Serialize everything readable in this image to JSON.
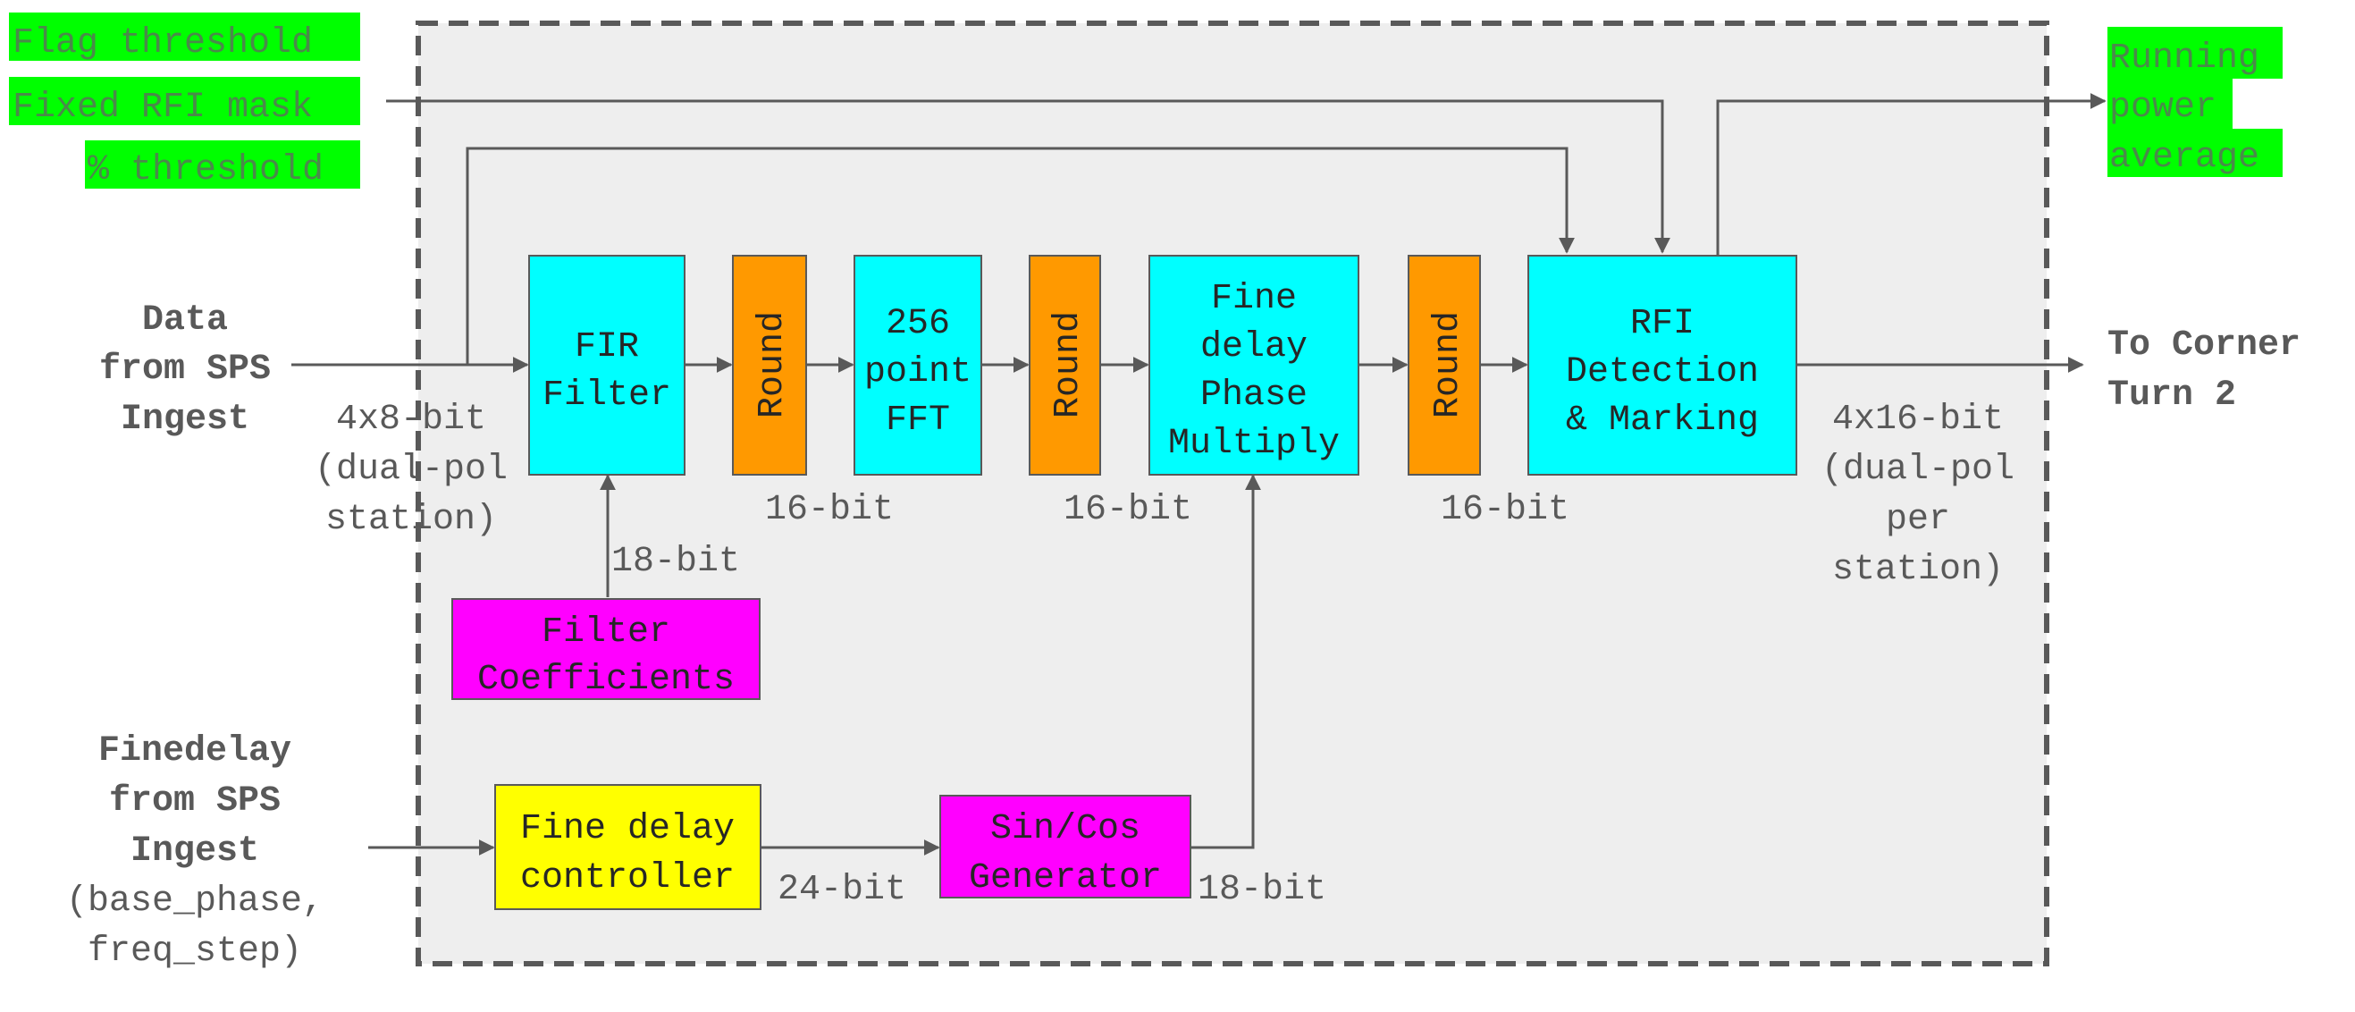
{
  "colors": {
    "processing_block": "#00ffff",
    "round_block": "#ff9900",
    "generator_block": "#ff00ff",
    "controller_block": "#ffff00",
    "parameter_label": "#00ff00",
    "frame_fill": "#eeeeee",
    "line": "#595959"
  },
  "inputs": {
    "data": [
      "Data",
      "from SPS",
      "Ingest"
    ],
    "data_format": [
      "4x8-bit",
      "(dual-pol",
      "station)"
    ],
    "finedelay": [
      "Finedelay",
      "from SPS",
      "Ingest"
    ],
    "finedelay_params": [
      "(base_phase,",
      "freq_step)"
    ],
    "flag_threshold": "Flag threshold",
    "fixed_rfi_mask": "Fixed RFI mask",
    "percent_threshold": "% threshold"
  },
  "blocks": {
    "fir_filter": [
      "FIR",
      "Filter"
    ],
    "round": "Round",
    "fft": [
      "256",
      "point",
      "FFT"
    ],
    "fine_delay_phase": [
      "Fine",
      "delay",
      "Phase",
      "Multiply"
    ],
    "rfi_detection": [
      "RFI",
      "Detection",
      "& Marking"
    ],
    "filter_coefficients": [
      "Filter",
      "Coefficients"
    ],
    "fine_delay_controller": [
      "Fine delay",
      "controller"
    ],
    "sincos_generator": [
      "Sin/Cos",
      "Generator"
    ]
  },
  "widths": {
    "after_round_1": "16-bit",
    "after_round_2": "16-bit",
    "after_round_3": "16-bit",
    "filter_coeff": "18-bit",
    "controller_out": "24-bit",
    "sincos_out": "18-bit"
  },
  "outputs": {
    "corner_turn": [
      "To Corner",
      "Turn 2"
    ],
    "output_format": [
      "4x16-bit",
      "(dual-pol",
      "per",
      "station)"
    ],
    "running_power": [
      "Running",
      "power",
      "average"
    ]
  }
}
